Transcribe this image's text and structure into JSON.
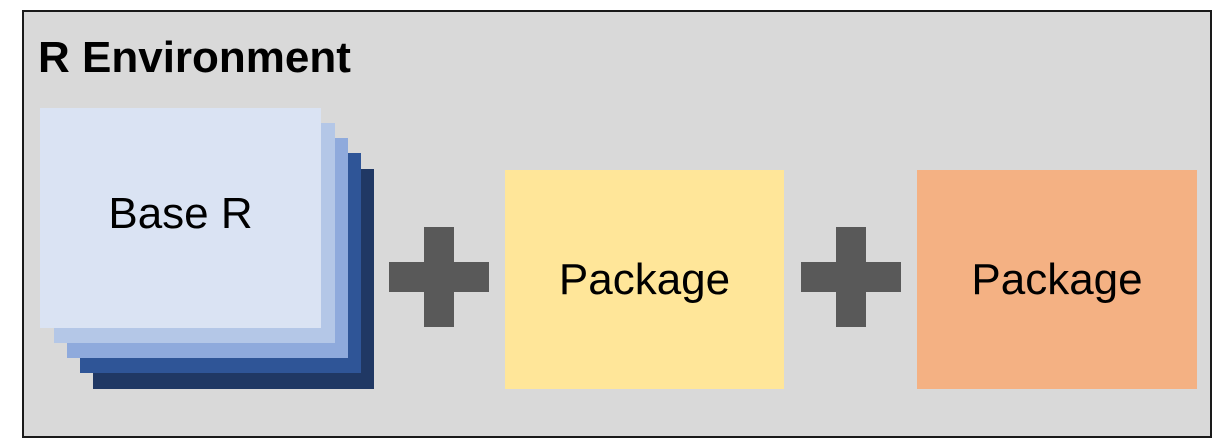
{
  "environment": {
    "title": "R Environment"
  },
  "base": {
    "label": "Base R",
    "layer_colors": [
      "#203864",
      "#2f5597",
      "#8faadc",
      "#b4c7e7",
      "#dae3f3"
    ]
  },
  "operators": {
    "plus_color": "#595959"
  },
  "packages": [
    {
      "label": "Package",
      "color": "#ffe699"
    },
    {
      "label": "Package",
      "color": "#f4b183"
    }
  ]
}
